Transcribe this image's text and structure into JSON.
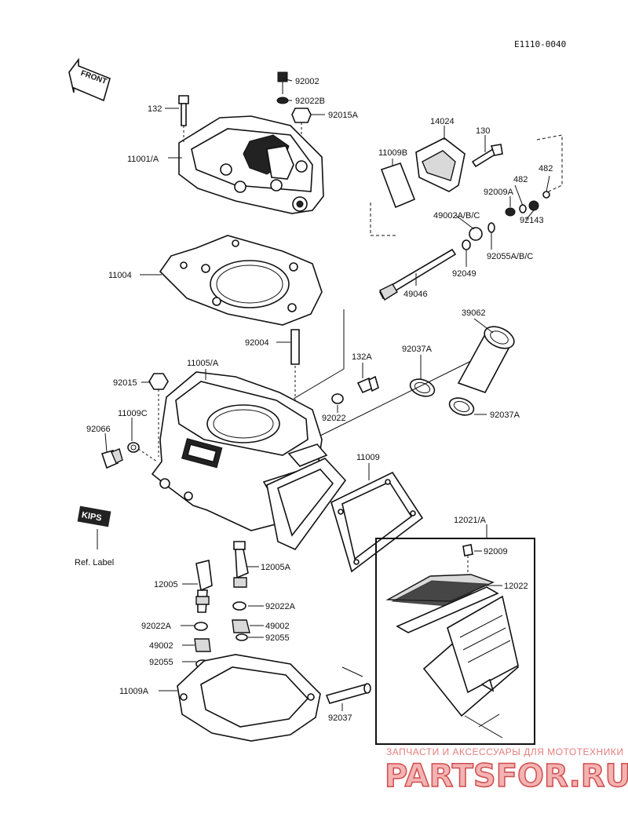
{
  "diagram_code": "E1110-0040",
  "front_label": "FRONT",
  "kips_label": "KIPS",
  "ref_label": "Ref. Label",
  "part_labels": {
    "p92002": "92002",
    "p92022B": "92022B",
    "p92015A": "92015A",
    "p132": "132",
    "p11001A": "11001/A",
    "p14024": "14024",
    "p130": "130",
    "p11009B": "11009B",
    "p482a": "482",
    "p482b": "482",
    "p92009A": "92009A",
    "p49002ABC": "49002A/B/C",
    "p92143": "92143",
    "p92055ABC": "92055A/B/C",
    "p92049": "92049",
    "p11004": "11004",
    "p49046": "49046",
    "p39062": "39062",
    "p92004": "92004",
    "p11005A": "11005/A",
    "p132A": "132A",
    "p92037A_top": "92037A",
    "p92015": "92015",
    "p92022": "92022",
    "p92037A_bot": "92037A",
    "p11009C": "11009C",
    "p92066": "92066",
    "p11009": "11009",
    "p12021A": "12021/A",
    "p92009": "92009",
    "p12005A": "12005A",
    "p12005": "12005",
    "p12022": "12022",
    "p92022A_r": "92022A",
    "p92022A_l": "92022A",
    "p49002_r": "49002",
    "p49002_l": "49002",
    "p92055_r": "92055",
    "p92055_l": "92055",
    "p11009A": "11009A",
    "p92037": "92037"
  },
  "watermark": {
    "subtitle": "ЗАПЧАСТИ И АКСЕССУАРЫ ДЛЯ МОТОТЕХНИКИ",
    "brand": "PARTSFOR.RU"
  },
  "colors": {
    "ink": "#111111",
    "watermark": "#d24c4c"
  }
}
